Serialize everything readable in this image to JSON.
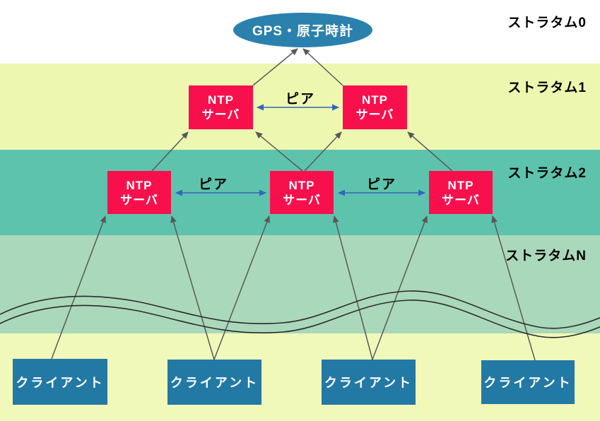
{
  "diagram": {
    "strata": [
      {
        "label": "ストラタム0"
      },
      {
        "label": "ストラタム1"
      },
      {
        "label": "ストラタム2"
      },
      {
        "label": "ストラタムN"
      }
    ],
    "reference_clock": {
      "label": "GPS・原子時計"
    },
    "ntp_server_label": {
      "line1": "NTP",
      "line2": "サーバ"
    },
    "client_label": "クライアント",
    "peer_label": "ピア",
    "edges": {
      "sync": [
        "stratum1-left → reference-clock",
        "stratum1-right → reference-clock",
        "stratum2-left → stratum1-left",
        "stratum2-center → stratum1-left",
        "stratum2-center → stratum1-right",
        "stratum2-right → stratum1-right",
        "client-1 → stratum2-left",
        "client-2 → stratum2-left",
        "client-2 → stratum2-center",
        "client-3 → stratum2-center",
        "client-3 → stratum2-right",
        "client-4 → stratum2-right"
      ],
      "peer": [
        "stratum1-left ↔ stratum1-right",
        "stratum2-left ↔ stratum2-center",
        "stratum2-center ↔ stratum2-right"
      ]
    }
  },
  "colors": {
    "band_stratum0": "#ffffff",
    "band_stratum1": "#edf7b0",
    "band_stratum2": "#5ec3ac",
    "band_stratumN": "#aad8ba",
    "band_clients": "#f0f9ba",
    "ntp_server_box": "#f8104d",
    "client_box": "#2279a4",
    "clock_ellipse": "#2b81ad",
    "peer_arrow": "#3564bd",
    "sync_arrow": "#595959",
    "wave_line": "#2b2b2b",
    "node_text": "#ffffff",
    "label_text": "#000000"
  }
}
